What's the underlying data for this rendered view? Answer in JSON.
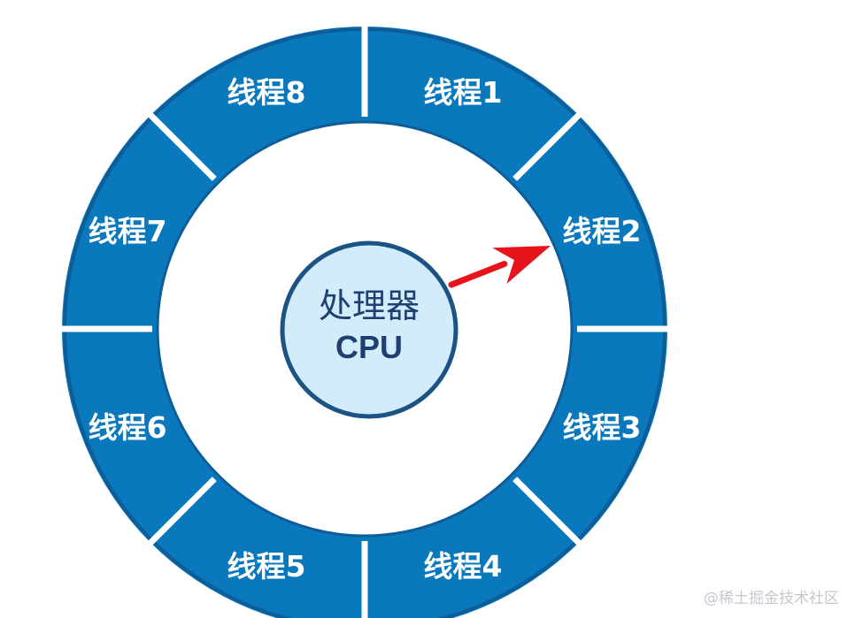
{
  "diagram": {
    "threads": [
      {
        "label": "线程1"
      },
      {
        "label": "线程2"
      },
      {
        "label": "线程3"
      },
      {
        "label": "线程4"
      },
      {
        "label": "线程5"
      },
      {
        "label": "线程6"
      },
      {
        "label": "线程7"
      },
      {
        "label": "线程8"
      }
    ],
    "processor": {
      "title": "处理器",
      "subtitle": "CPU"
    },
    "active_thread_index": 1
  },
  "watermark": "@稀土掘金技术社区",
  "colors": {
    "ring": "#0a78bd",
    "ring_edge": "#0d5e98",
    "divider": "#ffffff",
    "cpu_fill": "#d3ecfb",
    "cpu_stroke": "#1b5384",
    "cpu_text": "#1f3f72",
    "arrow": "#e8141b",
    "label": "#ffffff"
  }
}
